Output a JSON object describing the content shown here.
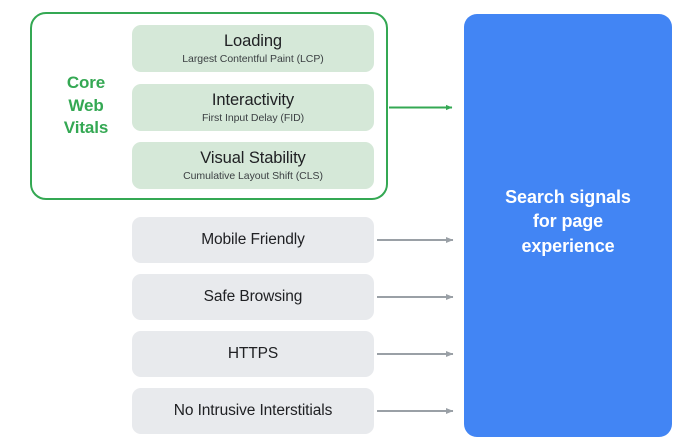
{
  "diagram": {
    "title": "Search signals for page experience",
    "colors": {
      "green_accent": "#34a853",
      "green_card": "#d5e8d8",
      "gray_card": "#e8eaed",
      "blue_panel": "#4285f4",
      "text_dark": "#202124",
      "arrow_gray": "#9aa0a6",
      "background": "#ffffff"
    }
  },
  "core_web_vitals": {
    "group_label": "Core\nWeb\nVitals",
    "metrics": [
      {
        "title": "Loading",
        "subtitle": "Largest Contentful Paint (LCP)"
      },
      {
        "title": "Interactivity",
        "subtitle": "First Input Delay (FID)"
      },
      {
        "title": "Visual Stability",
        "subtitle": "Cumulative Layout Shift (CLS)"
      }
    ]
  },
  "other_signals": [
    {
      "label": "Mobile Friendly"
    },
    {
      "label": "Safe Browsing"
    },
    {
      "label": "HTTPS"
    },
    {
      "label": "No Intrusive Interstitials"
    }
  ],
  "output_panel": {
    "text": "Search signals\nfor page\nexperience"
  },
  "arrows": {
    "core_web_vitals_to_output": "green-arrow",
    "signal_to_output": "gray-arrow"
  }
}
